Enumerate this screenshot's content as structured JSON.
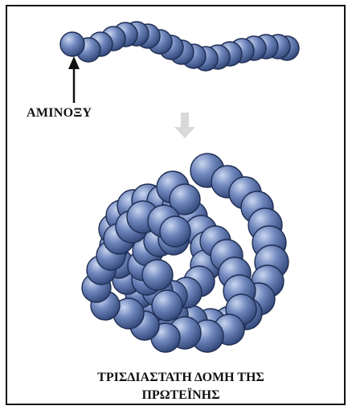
{
  "figure": {
    "label_amino_acid": "ΑΜΙΝΟΞΥ",
    "label_structure_line1": "ΤΡΙΣΔΙΑΣΤΑΤΗ ΔΟΜΗ ΤΗΣ",
    "label_structure_line2": "ΠΡΩΤΕΪΝΗΣ"
  },
  "colors": {
    "bead_fill": "#6f86bd",
    "bead_highlight": "#c9d6ef",
    "bead_shadow": "#2f4576",
    "outline": "#1f2d52",
    "arrow_down": "#d6d6d6",
    "text": "#111111"
  },
  "icons": {
    "pointer": "up-arrow-icon",
    "transition": "down-arrow-icon"
  }
}
